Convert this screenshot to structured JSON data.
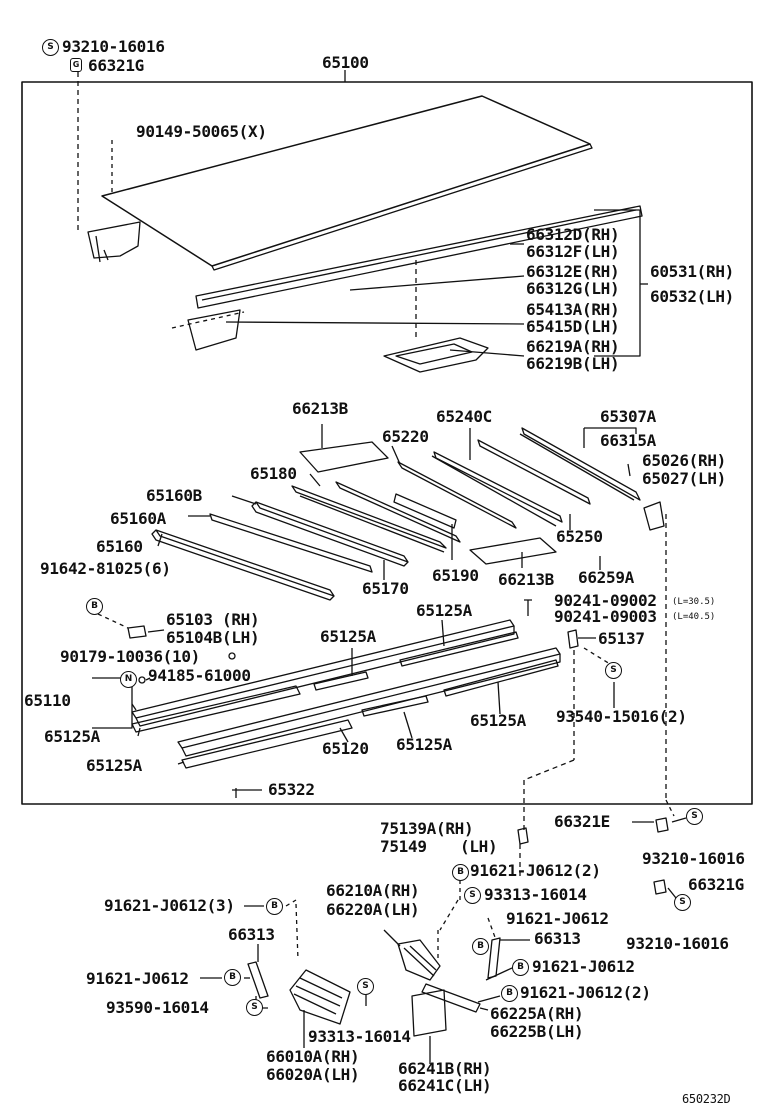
{
  "diagram_id": "650232D",
  "labels": {
    "l93210_top": "93210-16016",
    "l66321G_top": "66321G",
    "l65100": "65100",
    "l90149": "90149-50065(X)",
    "l66312D": "66312D(RH)",
    "l66312F": "66312F(LH)",
    "l66312E": "66312E(RH)",
    "l66312G": "66312G(LH)",
    "l60531": "60531(RH)",
    "l60532": "60532(LH)",
    "l65413A": "65413A(RH)",
    "l65415D": "65415D(LH)",
    "l66219A": "66219A(RH)",
    "l66219B": "66219B(LH)",
    "l66213B_a": "66213B",
    "l65240C": "65240C",
    "l65307A": "65307A",
    "l65220": "65220",
    "l66315A": "66315A",
    "l65026": "65026(RH)",
    "l65027": "65027(LH)",
    "l65180": "65180",
    "l65160B": "65160B",
    "l65160A": "65160A",
    "l65160": "65160",
    "l65250": "65250",
    "l91642": "91642-81025(6)",
    "l65170": "65170",
    "l65190": "65190",
    "l66213B_b": "66213B",
    "l66259A": "66259A",
    "l90241_a": "90241-09002",
    "l90241_a_note": "(L=30.5)",
    "l90241_b": "90241-09003",
    "l90241_b_note": "(L=40.5)",
    "l65125A_1": "65125A",
    "l65103": "65103 (RH)",
    "l65104B": "65104B(LH)",
    "l65125A_2": "65125A",
    "l65137": "65137",
    "l90179": "90179-10036(10)",
    "l94185": "94185-61000",
    "l65110": "65110",
    "l65125A_3": "65125A",
    "l93540": "93540-15016(2)",
    "l65125A_4": "65125A",
    "l65120": "65120",
    "l65125A_5": "65125A",
    "l65125A_6": "65125A",
    "l65322": "65322",
    "l66321E": "66321E",
    "l75139A": "75139A(RH)",
    "l75149": "75149",
    "l75149_lh": "(LH)",
    "l93210_mid": "93210-16016",
    "l91621_2": "91621-J0612(2)",
    "l66321G_mid": "66321G",
    "l66210A": "66210A(RH)",
    "l66220A": "66220A(LH)",
    "l93313_a": "93313-16014",
    "l93210_low": "93210-16016",
    "l91621_3": "91621-J0612(3)",
    "l91621_c": "91621-J0612",
    "l66313_a": "66313",
    "l66313_b": "66313",
    "l91621_d": "91621-J0612",
    "l91621_e": "91621-J0612",
    "l91621_f": "91621-J0612(2)",
    "l93590": "93590-16014",
    "l66225A": "66225A(RH)",
    "l66225B": "66225B(LH)",
    "l93313_b": "93313-16014",
    "l66010A": "66010A(RH)",
    "l66020A": "66020A(LH)",
    "l66241B": "66241B(RH)",
    "l66241C": "66241C(LH)"
  },
  "symbols": {
    "s": "S",
    "b": "B",
    "n": "N"
  }
}
